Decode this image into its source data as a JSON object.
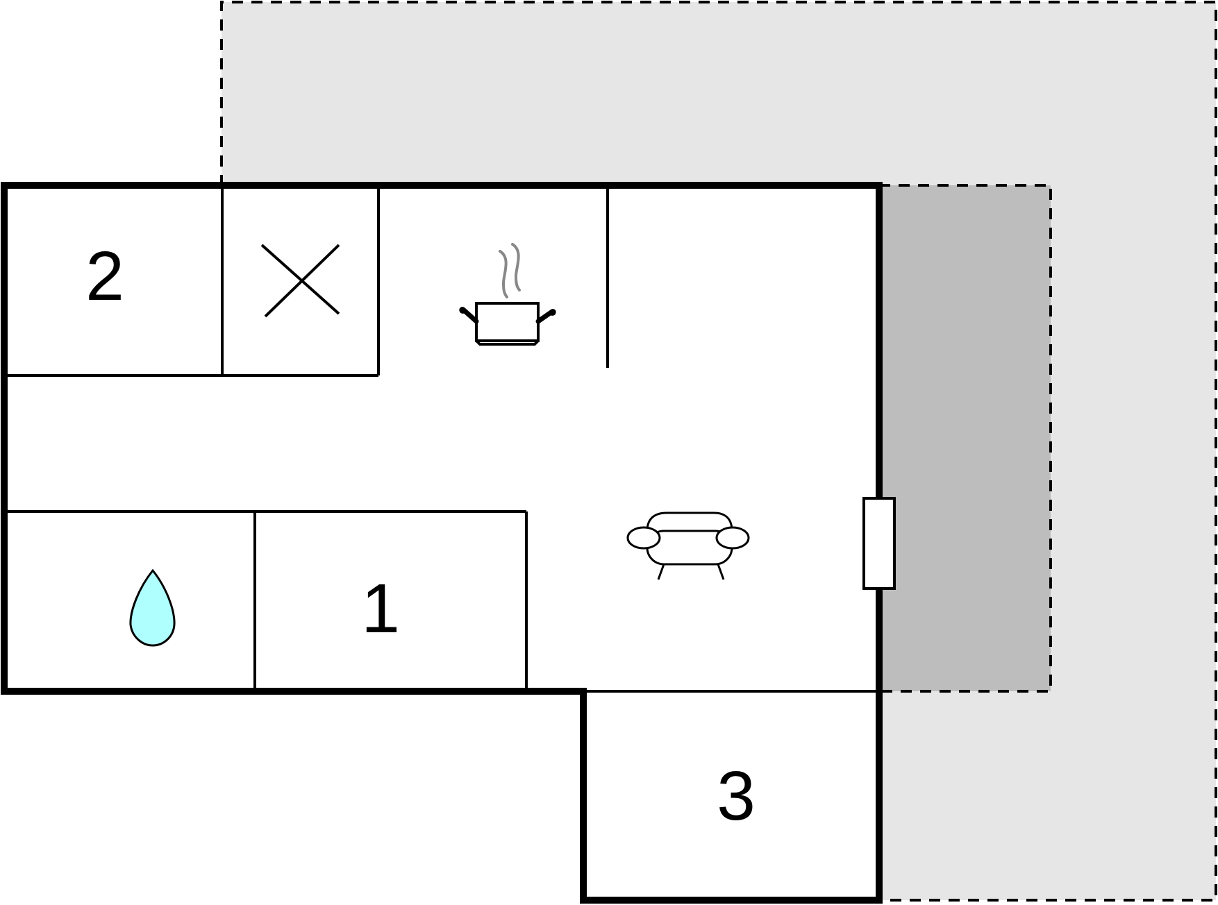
{
  "floorplan": {
    "rooms": {
      "bedroom_1": {
        "label": "1"
      },
      "bedroom_2": {
        "label": "2"
      },
      "bedroom_3": {
        "label": "3"
      }
    },
    "icons": {
      "kitchen": "cooking-pot-icon",
      "living_room": "sofa-icon",
      "bathroom": "water-drop-icon",
      "toilet": "cross-icon"
    },
    "colors": {
      "terrace": "#e6e6e6",
      "covered_terrace": "#bdbdbd",
      "water_drop": "#b0ffff",
      "steam": "#888888",
      "walls": "#000000"
    }
  }
}
